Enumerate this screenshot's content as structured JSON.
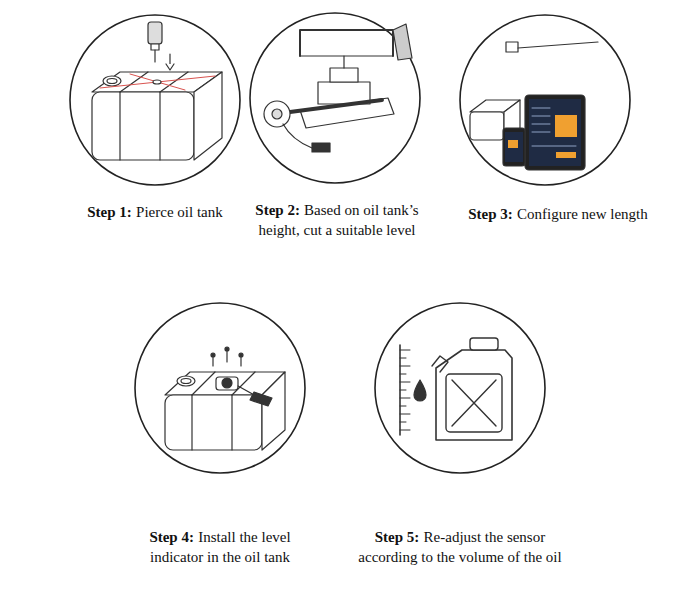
{
  "diagram": {
    "nodes": [
      {
        "text": [
          "Step 1:",
          "Pierce oil tank"
        ]
      },
      {
        "text": [
          "Step 2:",
          "Based on oil tank’s height, cut a suitable level"
        ]
      },
      {
        "text": [
          "Step 3:",
          "Configure new length"
        ]
      },
      {
        "text": [
          "Step 4:",
          "Install the level indicator in the oil tank"
        ]
      },
      {
        "text": [
          "Step 5:",
          "Re-adjust the sensor according to the volume of the oil"
        ]
      }
    ]
  }
}
